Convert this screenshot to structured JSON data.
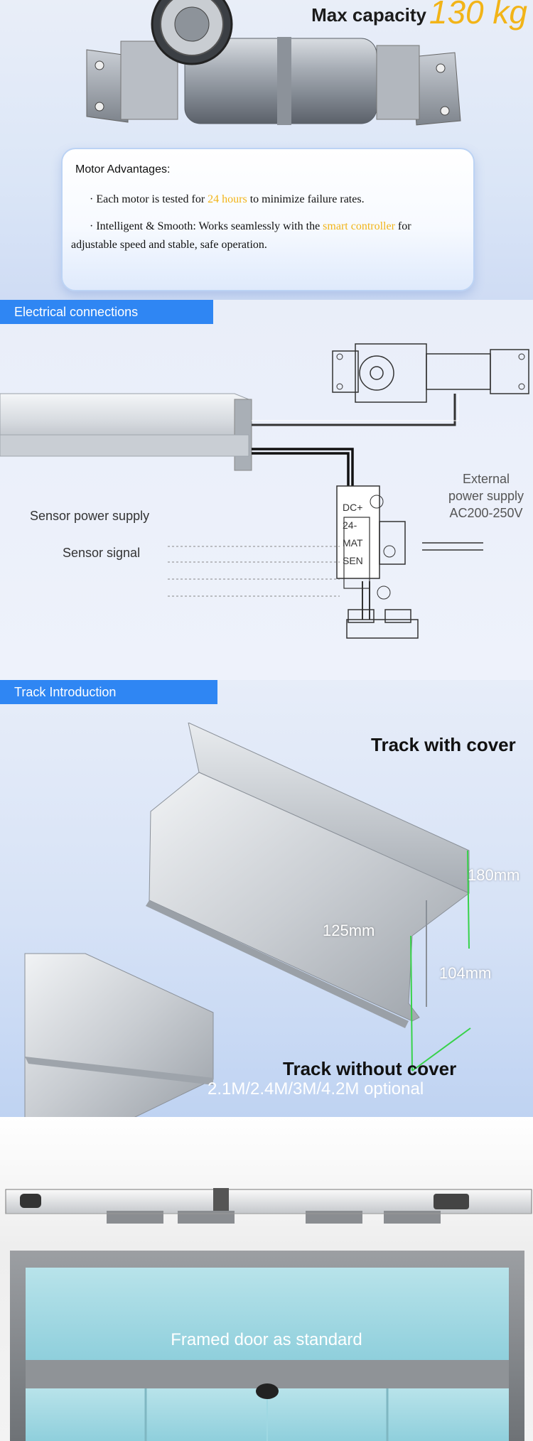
{
  "capacity": {
    "label": "Max capacity",
    "value": "130 kg"
  },
  "advantages": {
    "title": "Motor Advantages:",
    "line1": {
      "pre": "· Each motor is tested for ",
      "hl": "24 hours",
      "post": " to minimize failure rates."
    },
    "line2": {
      "pre": "·  Intelligent & Smooth: Works seamlessly with the ",
      "hl": "smart controller",
      "post": " for adjustable speed and stable, safe operation."
    }
  },
  "electrical": {
    "header": "Electrical connections",
    "sensor_power": "Sensor power supply",
    "sensor_signal": "Sensor signal",
    "external_1": "External",
    "external_2": "power supply",
    "external_3": "AC200-250V",
    "terminals": [
      "DC+",
      "24-",
      "MAT",
      "SEN"
    ]
  },
  "track": {
    "header": "Track Introduction",
    "with_cover": "Track with cover",
    "without_cover": "Track without cover",
    "optional": "2.1M/2.4M/3M/4.2M optional",
    "dim_180": "180mm",
    "dim_125": "125mm",
    "dim_104": "104mm"
  },
  "door": {
    "caption": "Framed door as standard"
  },
  "colors": {
    "accent_blue": "#2f86f3",
    "highlight": "#f2b418"
  }
}
